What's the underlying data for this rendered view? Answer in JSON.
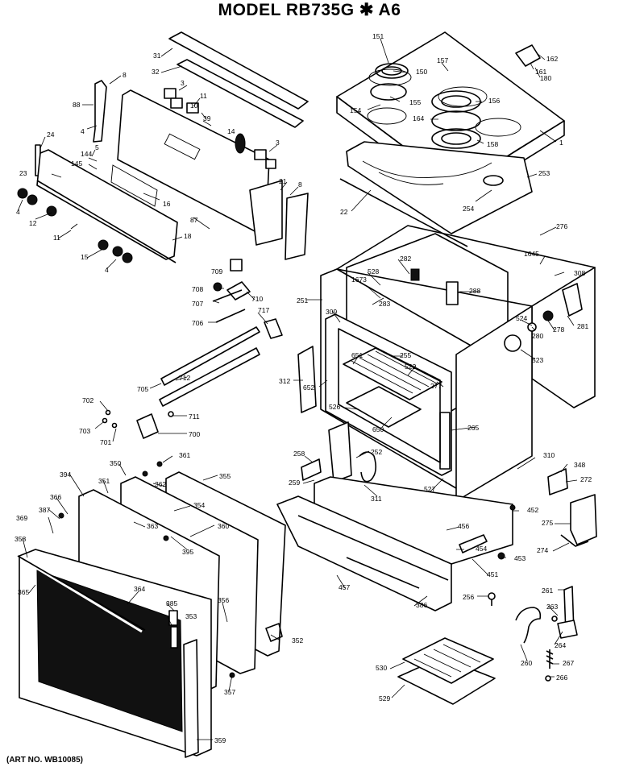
{
  "title": "MODEL RB735G ✱ A6",
  "art_no": "(ART NO. WB10085)",
  "labels": [
    {
      "id": "31",
      "text": "31"
    },
    {
      "id": "32",
      "text": "32"
    },
    {
      "id": "3a",
      "text": "3"
    },
    {
      "id": "11a",
      "text": "11"
    },
    {
      "id": "8a",
      "text": "8"
    },
    {
      "id": "88",
      "text": "88"
    },
    {
      "id": "4a",
      "text": "4"
    },
    {
      "id": "24",
      "text": "24"
    },
    {
      "id": "10",
      "text": "10"
    },
    {
      "id": "39",
      "text": "39"
    },
    {
      "id": "14",
      "text": "14"
    },
    {
      "id": "3b",
      "text": "3"
    },
    {
      "id": "144",
      "text": "144"
    },
    {
      "id": "145",
      "text": "145"
    },
    {
      "id": "5",
      "text": "5"
    },
    {
      "id": "23",
      "text": "23"
    },
    {
      "id": "21",
      "text": "21"
    },
    {
      "id": "8b",
      "text": "8"
    },
    {
      "id": "16",
      "text": "16"
    },
    {
      "id": "4b",
      "text": "4"
    },
    {
      "id": "12",
      "text": "12"
    },
    {
      "id": "87",
      "text": "87"
    },
    {
      "id": "18",
      "text": "18"
    },
    {
      "id": "11b",
      "text": "11"
    },
    {
      "id": "15",
      "text": "15"
    },
    {
      "id": "4c",
      "text": "4"
    },
    {
      "id": "151",
      "text": "151"
    },
    {
      "id": "157",
      "text": "157"
    },
    {
      "id": "150",
      "text": "150"
    },
    {
      "id": "155",
      "text": "155"
    },
    {
      "id": "154",
      "text": "154"
    },
    {
      "id": "156",
      "text": "156"
    },
    {
      "id": "164",
      "text": "164"
    },
    {
      "id": "158",
      "text": "158"
    },
    {
      "id": "1",
      "text": "1"
    },
    {
      "id": "162",
      "text": "162"
    },
    {
      "id": "161",
      "text": "161"
    },
    {
      "id": "180",
      "text": "180"
    },
    {
      "id": "253",
      "text": "253"
    },
    {
      "id": "254",
      "text": "254"
    },
    {
      "id": "22",
      "text": "22"
    },
    {
      "id": "276",
      "text": "276"
    },
    {
      "id": "1645",
      "text": "1645"
    },
    {
      "id": "308",
      "text": "308"
    },
    {
      "id": "282",
      "text": "282"
    },
    {
      "id": "528",
      "text": "528"
    },
    {
      "id": "1673",
      "text": "1673"
    },
    {
      "id": "283",
      "text": "283"
    },
    {
      "id": "288",
      "text": "288"
    },
    {
      "id": "251",
      "text": "251"
    },
    {
      "id": "309",
      "text": "309"
    },
    {
      "id": "524",
      "text": "524"
    },
    {
      "id": "280",
      "text": "280"
    },
    {
      "id": "278",
      "text": "278"
    },
    {
      "id": "281",
      "text": "281"
    },
    {
      "id": "523",
      "text": "523"
    },
    {
      "id": "651",
      "text": "651"
    },
    {
      "id": "255",
      "text": "255"
    },
    {
      "id": "522",
      "text": "522"
    },
    {
      "id": "312",
      "text": "312"
    },
    {
      "id": "652",
      "text": "652"
    },
    {
      "id": "277",
      "text": "277"
    },
    {
      "id": "526",
      "text": "526"
    },
    {
      "id": "650",
      "text": "650"
    },
    {
      "id": "265",
      "text": "265"
    },
    {
      "id": "709",
      "text": "709"
    },
    {
      "id": "708",
      "text": "708"
    },
    {
      "id": "707",
      "text": "707"
    },
    {
      "id": "710",
      "text": "710"
    },
    {
      "id": "717",
      "text": "717"
    },
    {
      "id": "706",
      "text": "706"
    },
    {
      "id": "705",
      "text": "705"
    },
    {
      "id": "712",
      "text": "712"
    },
    {
      "id": "711",
      "text": "711"
    },
    {
      "id": "702",
      "text": "702"
    },
    {
      "id": "703",
      "text": "703"
    },
    {
      "id": "701",
      "text": "701"
    },
    {
      "id": "700",
      "text": "700"
    },
    {
      "id": "258",
      "text": "258"
    },
    {
      "id": "252",
      "text": "252"
    },
    {
      "id": "259",
      "text": "259"
    },
    {
      "id": "311",
      "text": "311"
    },
    {
      "id": "527",
      "text": "527"
    },
    {
      "id": "310",
      "text": "310"
    },
    {
      "id": "348",
      "text": "348"
    },
    {
      "id": "272",
      "text": "272"
    },
    {
      "id": "275",
      "text": "275"
    },
    {
      "id": "274",
      "text": "274"
    },
    {
      "id": "452",
      "text": "452"
    },
    {
      "id": "456",
      "text": "456"
    },
    {
      "id": "454",
      "text": "454"
    },
    {
      "id": "453",
      "text": "453"
    },
    {
      "id": "451",
      "text": "451"
    },
    {
      "id": "457",
      "text": "457"
    },
    {
      "id": "386",
      "text": "386"
    },
    {
      "id": "256",
      "text": "256"
    },
    {
      "id": "261",
      "text": "261"
    },
    {
      "id": "263",
      "text": "263"
    },
    {
      "id": "264",
      "text": "264"
    },
    {
      "id": "260",
      "text": "260"
    },
    {
      "id": "267",
      "text": "267"
    },
    {
      "id": "266",
      "text": "266"
    },
    {
      "id": "530",
      "text": "530"
    },
    {
      "id": "529",
      "text": "529"
    },
    {
      "id": "361",
      "text": "361"
    },
    {
      "id": "350",
      "text": "350"
    },
    {
      "id": "355",
      "text": "355"
    },
    {
      "id": "394",
      "text": "394"
    },
    {
      "id": "351",
      "text": "351"
    },
    {
      "id": "362",
      "text": "362"
    },
    {
      "id": "366",
      "text": "366"
    },
    {
      "id": "354",
      "text": "354"
    },
    {
      "id": "387",
      "text": "387"
    },
    {
      "id": "363",
      "text": "363"
    },
    {
      "id": "369",
      "text": "369"
    },
    {
      "id": "360",
      "text": "360"
    },
    {
      "id": "358",
      "text": "358"
    },
    {
      "id": "395",
      "text": "395"
    },
    {
      "id": "365",
      "text": "365"
    },
    {
      "id": "364",
      "text": "364"
    },
    {
      "id": "385",
      "text": "385"
    },
    {
      "id": "356",
      "text": "356"
    },
    {
      "id": "353",
      "text": "353"
    },
    {
      "id": "352",
      "text": "352"
    },
    {
      "id": "357",
      "text": "357"
    },
    {
      "id": "359",
      "text": "359"
    }
  ]
}
